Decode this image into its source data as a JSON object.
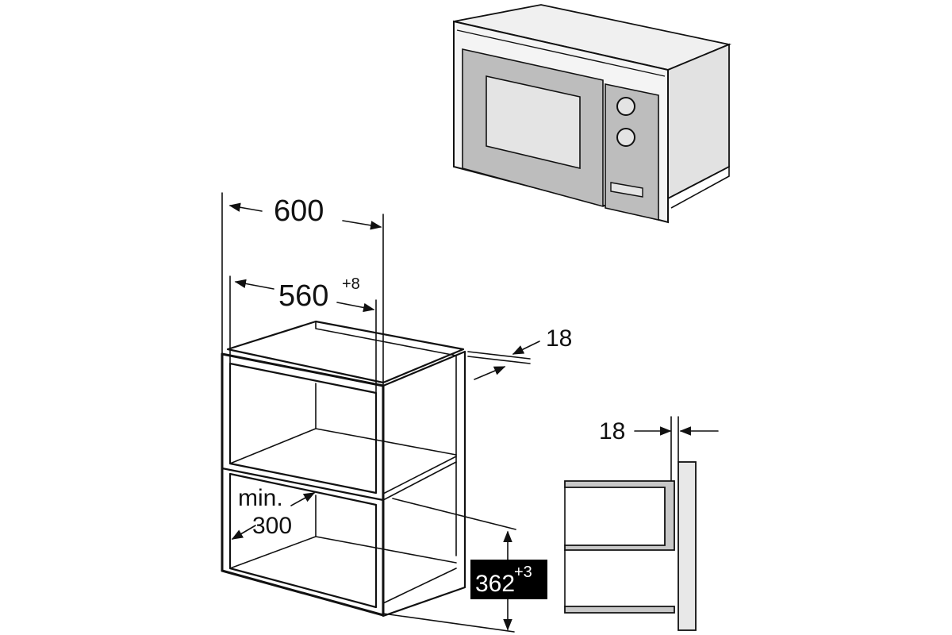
{
  "dimensions": {
    "outer_width": "600",
    "inner_width_value": "560",
    "inner_width_tolerance": "+8",
    "panel_thickness_top": "18",
    "panel_thickness_side": "18",
    "min_depth_label": "min.",
    "min_depth_value": "300",
    "opening_height_value": "362",
    "opening_height_tolerance": "+3"
  },
  "colors": {
    "line": "#111111",
    "appliance_body": "#ededed",
    "door_panel": "#bdbdbd",
    "window": "#e4e4e4",
    "shelf_fill": "#c8c8c8",
    "label_box": "#000000"
  },
  "icons": {
    "appliance": "built-in-microwave-icon"
  }
}
